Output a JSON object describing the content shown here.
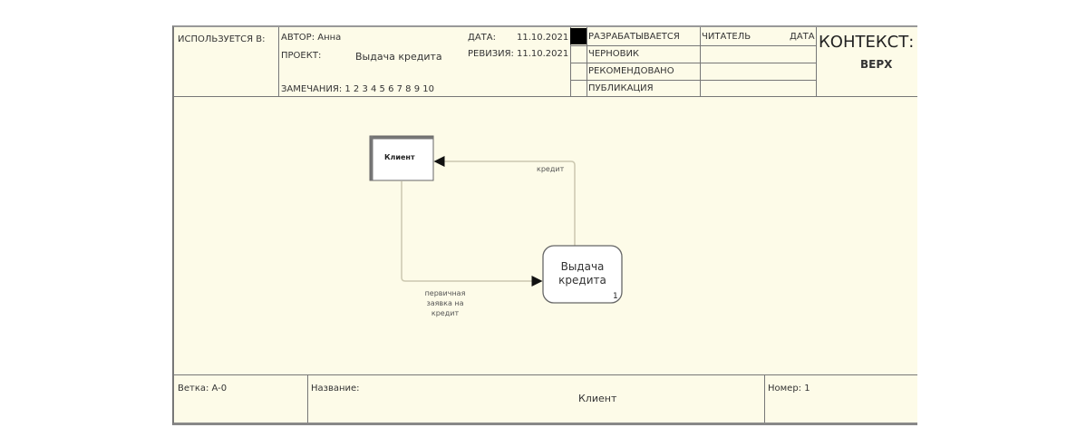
{
  "header": {
    "used_in_label": "ИСПОЛЬЗУЕТСЯ В:",
    "author": "АВТОР: Анна",
    "project_label": "ПРОЕКТ:",
    "project_value": "Выдача кредита",
    "notes": "ЗАМЕЧАНИЯ: 1 2 3 4 5 6 7 8 9 10",
    "date_label": "ДАТА:",
    "date_value": "11.10.2021",
    "revision_label": "РЕВИЗИЯ:",
    "revision_value": "11.10.2021",
    "statuses": [
      "РАЗРАБАТЫВАЕТСЯ",
      "ЧЕРНОВИК",
      "РЕКОМЕНДОВАНО",
      "ПУБЛИКАЦИЯ"
    ],
    "active_status": "РАЗРАБАТЫВАЕТСЯ",
    "reader_label": "ЧИТАТЕЛЬ",
    "reader_date_label": "ДАТА",
    "context_label": "КОНТЕКСТ:",
    "context_value": "ВЕРХ"
  },
  "diagram": {
    "external_entity": "Клиент",
    "process_label": "Выдача кредита",
    "process_number": "1",
    "flow_in_label": "первичная заявка на кредит",
    "flow_out_label": "кредит"
  },
  "footer": {
    "node": "Ветка: A-0",
    "title_label": "Название:",
    "title_value": "Клиент",
    "number": "Номер: 1"
  }
}
